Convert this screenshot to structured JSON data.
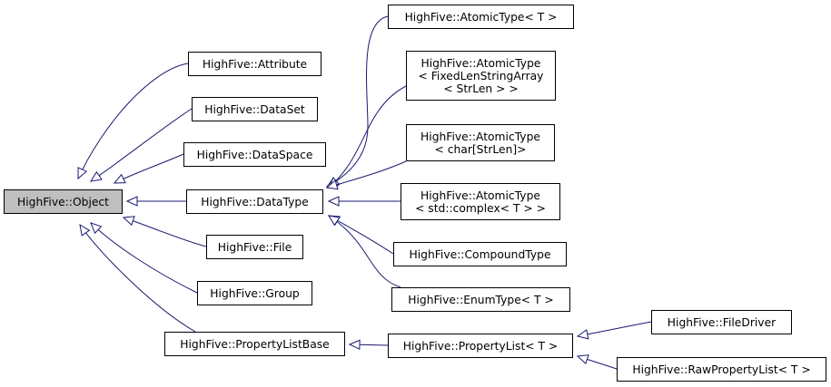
{
  "colors": {
    "edge": "#191970",
    "node_border": "#000000",
    "root_fill": "#bfbfbf",
    "node_fill": "#ffffff"
  },
  "nodes": {
    "object": "HighFive::Object",
    "attribute": "HighFive::Attribute",
    "dataset": "HighFive::DataSet",
    "dataspace": "HighFive::DataSpace",
    "datatype": "HighFive::DataType",
    "file": "HighFive::File",
    "group": "HighFive::Group",
    "plistbase": "HighFive::PropertyListBase",
    "atomic_t": "HighFive::AtomicType< T >",
    "atomic_fixed": "HighFive::AtomicType\n< FixedLenStringArray\n< StrLen > >",
    "atomic_char": "HighFive::AtomicType\n< char[StrLen]>",
    "atomic_complex": "HighFive::AtomicType\n< std::complex< T > >",
    "compound": "HighFive::CompoundType",
    "enum_t": "HighFive::EnumType< T >",
    "plist_t": "HighFive::PropertyList< T >",
    "filedriver": "HighFive::FileDriver",
    "raw_plist": "HighFive::RawPropertyList< T >"
  },
  "edges": [
    [
      "attribute",
      "object"
    ],
    [
      "dataset",
      "object"
    ],
    [
      "dataspace",
      "object"
    ],
    [
      "datatype",
      "object"
    ],
    [
      "file",
      "object"
    ],
    [
      "group",
      "object"
    ],
    [
      "plistbase",
      "object"
    ],
    [
      "atomic_t",
      "datatype"
    ],
    [
      "atomic_fixed",
      "datatype"
    ],
    [
      "atomic_char",
      "datatype"
    ],
    [
      "atomic_complex",
      "datatype"
    ],
    [
      "compound",
      "datatype"
    ],
    [
      "enum_t",
      "datatype"
    ],
    [
      "plist_t",
      "plistbase"
    ],
    [
      "filedriver",
      "plist_t"
    ],
    [
      "raw_plist",
      "plist_t"
    ]
  ]
}
